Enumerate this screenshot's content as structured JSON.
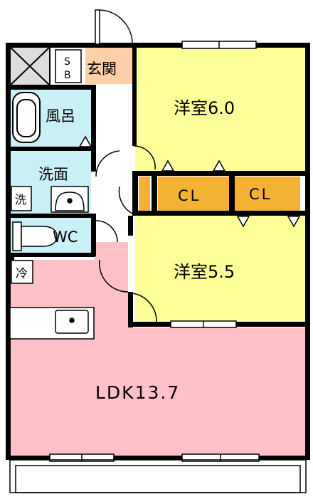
{
  "rooms": {
    "western1": "洋室6.0",
    "western2": "洋室5.5",
    "ldk": "LDK13.7",
    "bath": "風呂",
    "washroom": "洗面",
    "toilet": "WC",
    "entrance": "玄関",
    "closet1": "CL",
    "closet2": "CL"
  },
  "marks": {
    "shoe_box_top": "S",
    "shoe_box_bottom": "B",
    "washer": "洗",
    "fridge": "冷"
  },
  "colors": {
    "western": "#ffff99",
    "ldk": "#ffc0c8",
    "wet": "#c8f0f6",
    "entrance": "#ffd0a8",
    "closet": "#f4b233",
    "wall": "#000000"
  }
}
